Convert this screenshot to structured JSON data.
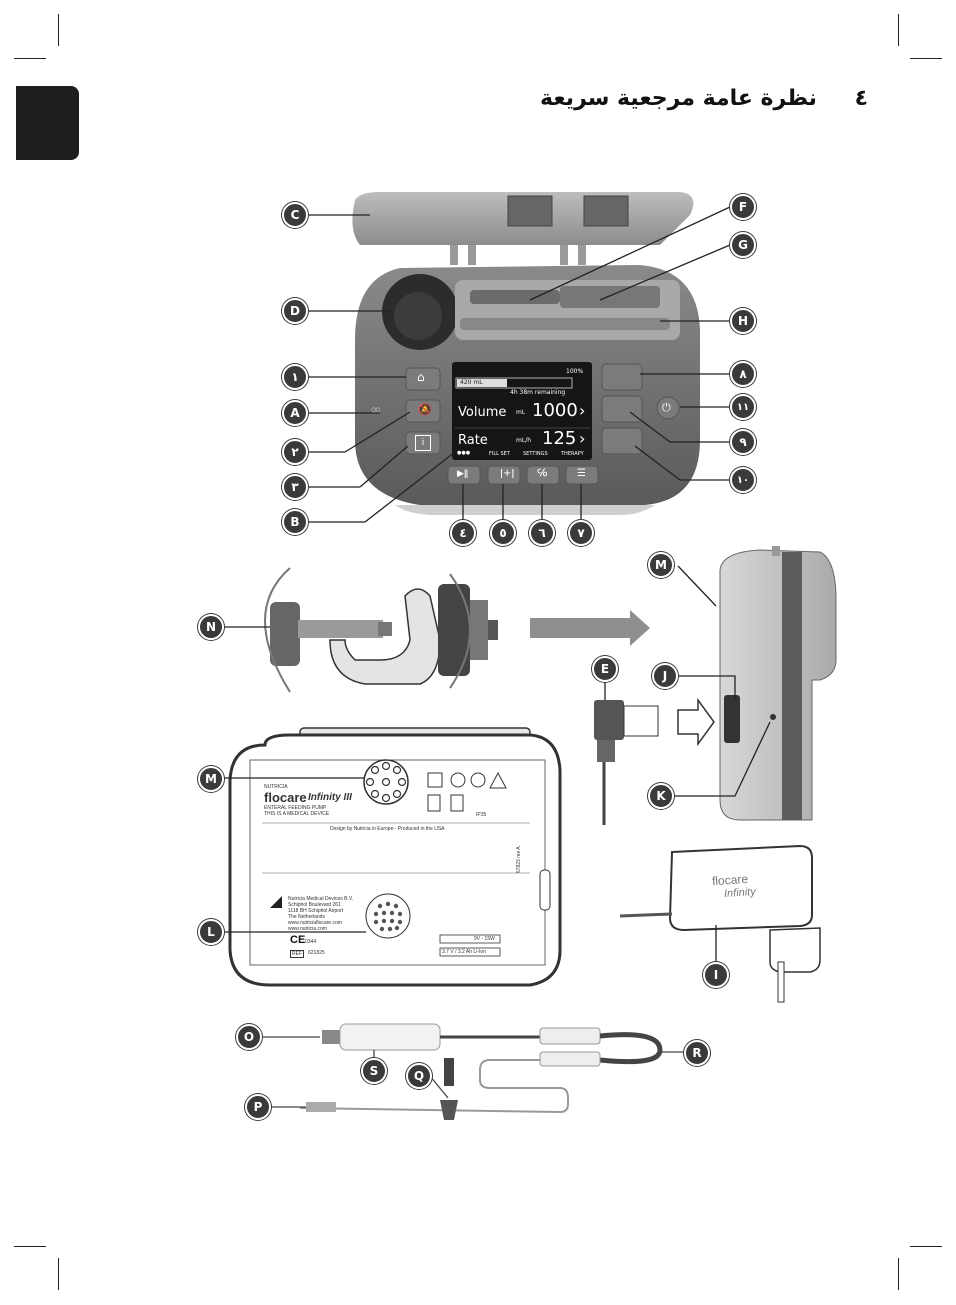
{
  "header": {
    "number": "٤",
    "title": "نظرة عامة مرجعية سريعة"
  },
  "callouts": {
    "C": "C",
    "D": "D",
    "F": "F",
    "G": "G",
    "H": "H",
    "n1": "١",
    "A": "A",
    "n2": "٢",
    "n3": "٣",
    "B": "B",
    "n8": "٨",
    "n11": "١١",
    "n9": "٩",
    "n10": "١٠",
    "n4": "٤",
    "n5": "٥",
    "n6": "٦",
    "n7": "٧",
    "M1": "M",
    "N": "N",
    "E": "E",
    "J": "J",
    "K": "K",
    "M2": "M",
    "L": "L",
    "I": "I",
    "O": "O",
    "S": "S",
    "Q": "Q",
    "R": "R",
    "P": "P"
  },
  "screen": {
    "battery": "100%",
    "bag_volume": "420 mL",
    "remaining": "4h 38m remaining",
    "volume_label": "Volume",
    "volume_unit": "mL",
    "volume_value": "1000",
    "rate_label": "Rate",
    "rate_unit": "mL/h",
    "rate_value": "125",
    "dots": "●●●",
    "menu": [
      "FILL SET",
      "SETTINGS",
      "THERAPY"
    ]
  },
  "label": {
    "brand_small": "NUTRICIA",
    "brand": "flocare",
    "product": "Infinity III",
    "line1": "ENTERAL FEEDING PUMP",
    "line2": "THIS IS A MEDICAL DEVICE",
    "design": "Design by Nutricia in Europe - Produced in the USA",
    "rev": "57823 rev A.",
    "maker": [
      "Nutricia Medical Devices B.V.",
      "Schiphol Boulevard 261",
      "1118 BH Schiphol Airport",
      "The Netherlands",
      "www.nutriciaflocare.com",
      "www.nutricia.com"
    ],
    "ce_code": "0344",
    "ref_label": "REF",
    "ref": "621825",
    "ip": "IP35",
    "power": "9V - 15W",
    "battery": "3.7 V / 3.2 Ah   Li-Ion"
  },
  "adapter": {
    "brand": "flocare",
    "product": "Infinity"
  }
}
